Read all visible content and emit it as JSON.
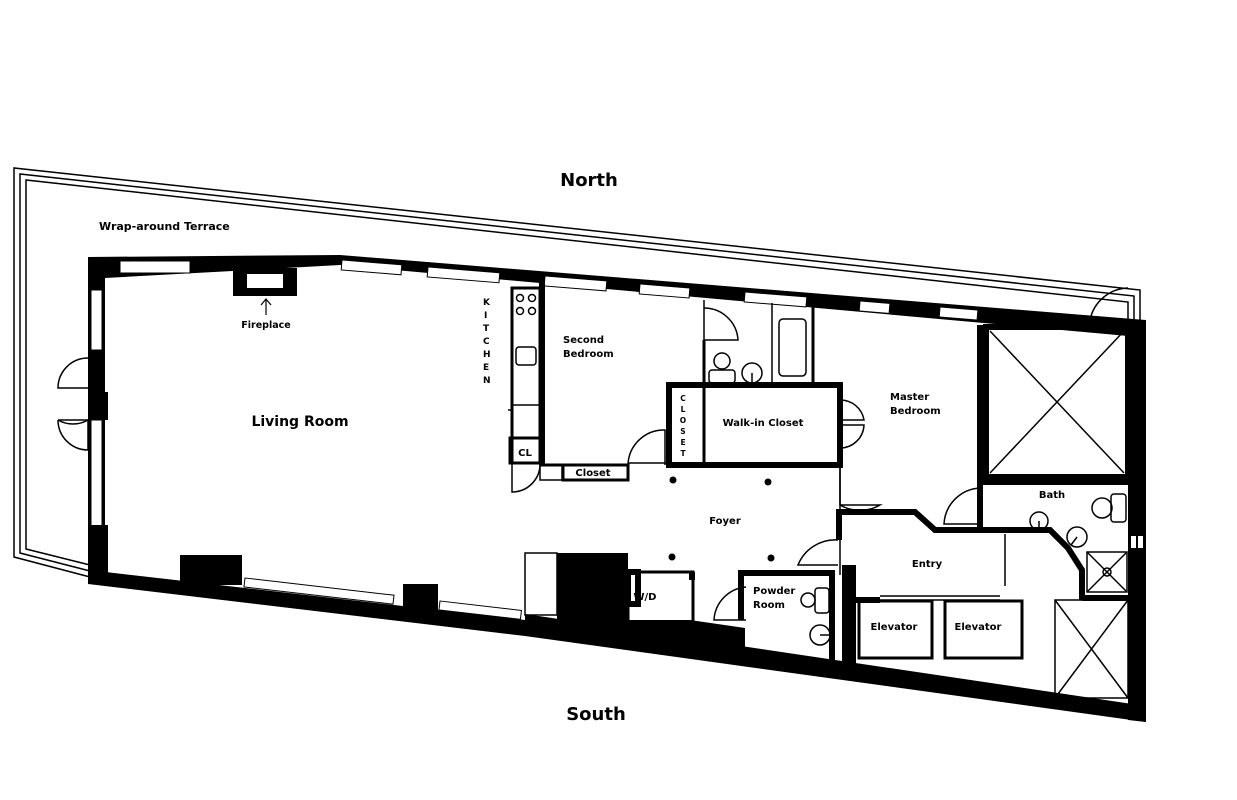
{
  "compass": {
    "north": "North",
    "south": "South"
  },
  "rooms": {
    "terrace": "Wrap-around Terrace",
    "fireplace": "Fireplace",
    "living_room": "Living Room",
    "kitchen": "KITCHEN",
    "second_bedroom_line1": "Second",
    "second_bedroom_line2": "Bedroom",
    "cl": "CL",
    "closet": "Closet",
    "closet_vertical": "CLOSET",
    "walk_in_closet": "Walk-in Closet",
    "master_bedroom_line1": "Master",
    "master_bedroom_line2": "Bedroom",
    "foyer": "Foyer",
    "bath": "Bath",
    "entry": "Entry",
    "wd": "W/D",
    "powder_room_line1": "Powder",
    "powder_room_line2": "Room",
    "elevator_1": "Elevator",
    "elevator_2": "Elevator"
  },
  "colors": {
    "wall": "#000000",
    "background": "#ffffff"
  }
}
